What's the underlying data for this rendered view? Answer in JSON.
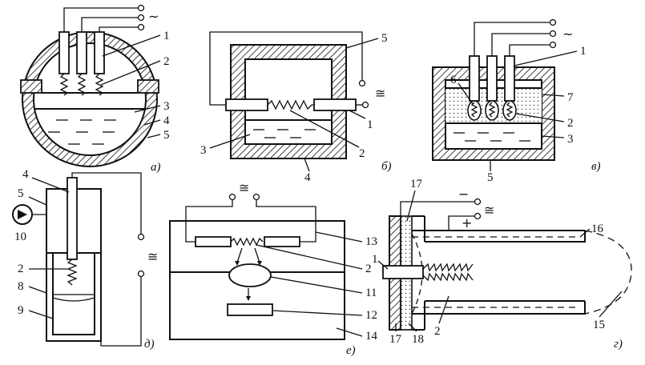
{
  "panels": {
    "a": {
      "caption": "а)",
      "supply": "~",
      "callouts": [
        "1",
        "2",
        "3",
        "4",
        "5"
      ]
    },
    "b": {
      "caption": "б)",
      "supply": "≅",
      "callouts": [
        "5",
        "1",
        "3",
        "2",
        "4"
      ]
    },
    "v": {
      "caption": "в)",
      "supply": "~",
      "callouts": [
        "1",
        "6",
        "7",
        "2",
        "3",
        "5"
      ]
    },
    "d": {
      "caption": "д)",
      "supply": "≅",
      "callouts": [
        "4",
        "5",
        "10",
        "2",
        "8",
        "9"
      ]
    },
    "e": {
      "caption": "е)",
      "supply": "≅",
      "callouts": [
        "13",
        "2",
        "11",
        "12",
        "14"
      ]
    },
    "g": {
      "caption": "г)",
      "supply": "≅",
      "minus": "−",
      "plus": "+",
      "callouts": [
        "17",
        "16",
        "1",
        "15",
        "2",
        "17",
        "18"
      ]
    }
  }
}
